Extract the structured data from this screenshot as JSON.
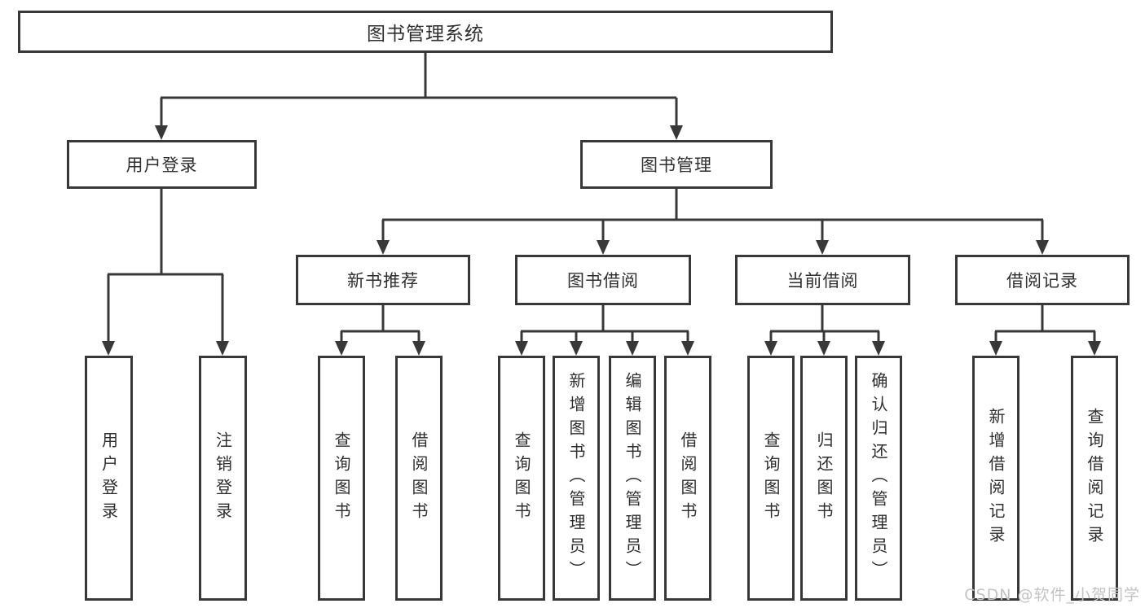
{
  "diagram": {
    "root": {
      "label": "图书管理系统"
    },
    "branches": [
      {
        "label": "用户登录",
        "children": [
          {
            "label": "用户登录"
          },
          {
            "label": "注销登录"
          }
        ]
      },
      {
        "label": "图书管理",
        "children": [
          {
            "label": "新书推荐",
            "children": [
              {
                "label": "查询图书"
              },
              {
                "label": "借阅图书"
              }
            ]
          },
          {
            "label": "图书借阅",
            "children": [
              {
                "label": "查询图书"
              },
              {
                "label": "新增图书（管理员）"
              },
              {
                "label": "编辑图书（管理员）"
              },
              {
                "label": "借阅图书"
              }
            ]
          },
          {
            "label": "当前借阅",
            "children": [
              {
                "label": "查询图书"
              },
              {
                "label": "归还图书"
              },
              {
                "label": "确认归还（管理员）"
              }
            ]
          },
          {
            "label": "借阅记录",
            "children": [
              {
                "label": "新增借阅记录"
              },
              {
                "label": "查询借阅记录"
              }
            ]
          }
        ]
      }
    ]
  },
  "watermark": "CSDN @软件_小贺同学",
  "colors": {
    "line": "#383838",
    "text": "#2e2e2e",
    "background": "#ffffff",
    "watermark": "#c3c3c3"
  }
}
